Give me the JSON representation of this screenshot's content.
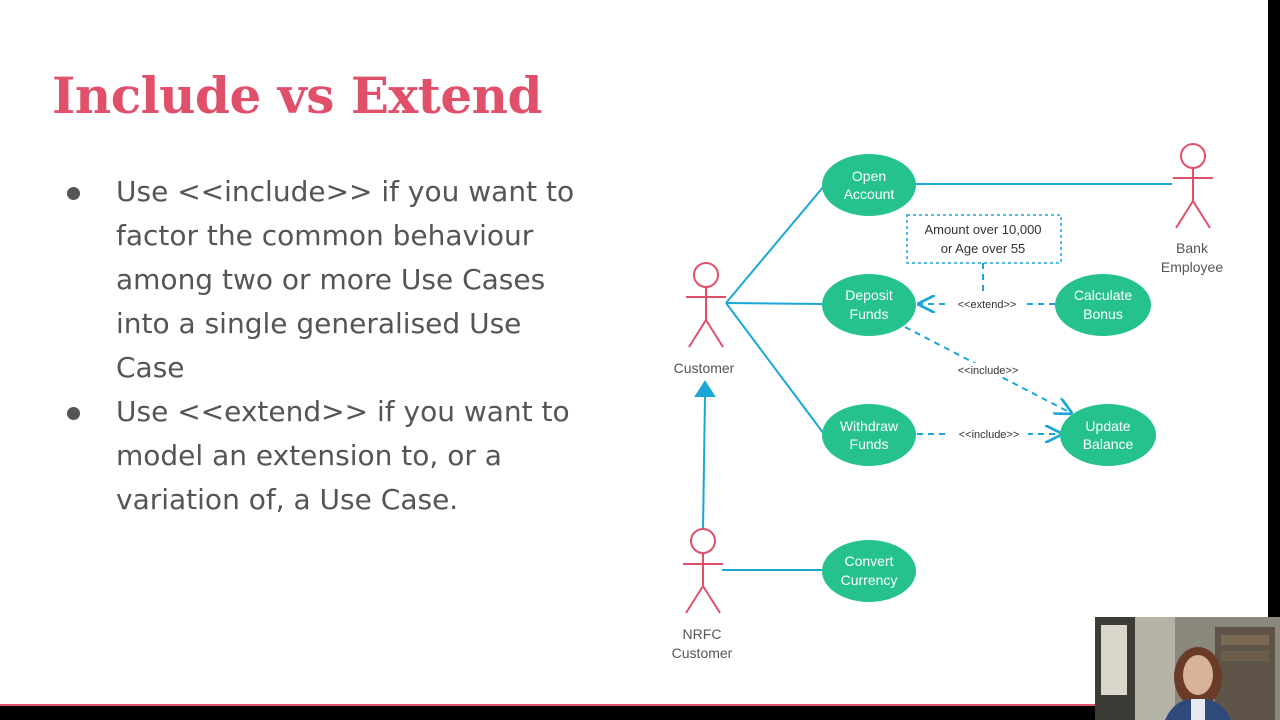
{
  "slide": {
    "title": "Include vs Extend",
    "bullets": [
      {
        "text": "Use <<include>> if you want to factor the common behaviour among two or more Use Cases into a single generalised Use Case"
      },
      {
        "text": "Use <<extend>> if you want to model an extension to, or a variation of, a Use Case."
      }
    ]
  },
  "diagram": {
    "actors": {
      "customer": "Customer",
      "bank_employee": [
        "Bank",
        "Employee"
      ],
      "nrfc_customer": [
        "NRFC",
        "Customer"
      ]
    },
    "use_cases": {
      "open_account": [
        "Open",
        "Account"
      ],
      "deposit_funds": [
        "Deposit",
        "Funds"
      ],
      "withdraw_funds": [
        "Withdraw",
        "Funds"
      ],
      "calculate_bonus": [
        "Calculate",
        "Bonus"
      ],
      "update_balance": [
        "Update",
        "Balance"
      ],
      "convert_currency": [
        "Convert",
        "Currency"
      ]
    },
    "note": [
      "Amount over 10,000",
      "or Age over 55"
    ],
    "relations": {
      "extend": "<<extend>>",
      "include_deposit": "<<include>>",
      "include_withdraw": "<<include>>"
    }
  },
  "colors": {
    "title": "#e0506a",
    "actor": "#e0506a",
    "use_case_fill": "#26c28d",
    "connector": "#1aa6d6",
    "body_text": "#555555"
  },
  "icons": [
    "bullet-dot-icon",
    "webcam-video-thumbnail"
  ]
}
